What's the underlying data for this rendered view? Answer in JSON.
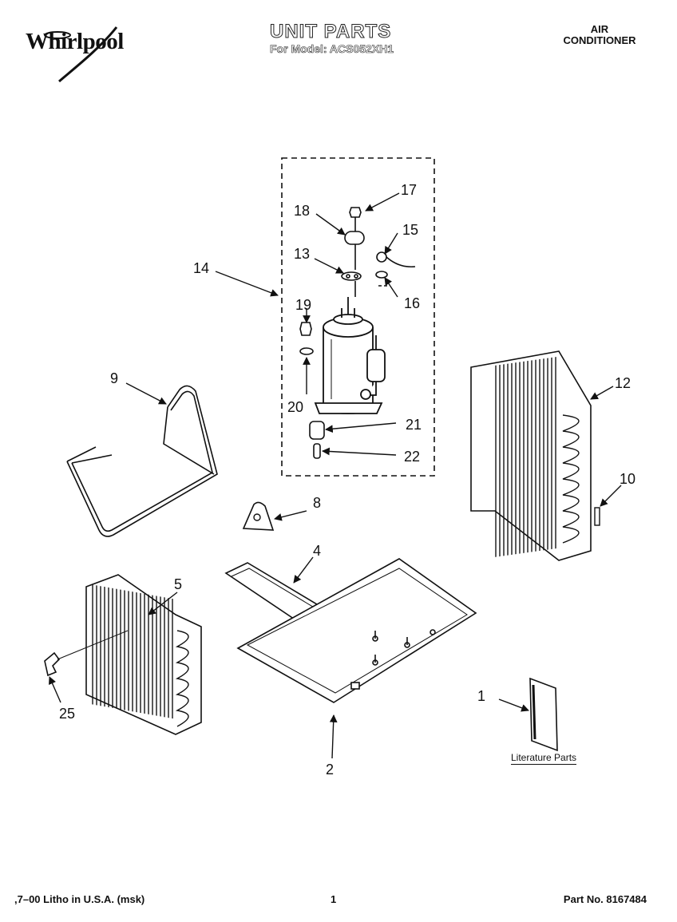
{
  "header": {
    "brand": "Whirlpool",
    "title": "UNIT PARTS",
    "model_line": "For Model: ACS052XH1",
    "appliance_line1": "AIR",
    "appliance_line2": "CONDITIONER"
  },
  "callouts": {
    "c1": "1",
    "c2": "2",
    "c4": "4",
    "c5": "5",
    "c8": "8",
    "c9": "9",
    "c10": "10",
    "c12": "12",
    "c13": "13",
    "c14": "14",
    "c15": "15",
    "c16": "16",
    "c17": "17",
    "c18": "18",
    "c19": "19",
    "c20": "20",
    "c21": "21",
    "c22": "22",
    "c25": "25"
  },
  "literature_label": "Literature Parts",
  "footer": {
    "print_info": ",7–00 Litho in U.S.A. (msk)",
    "page_number": "1",
    "part_number": "Part No. 8167484"
  }
}
